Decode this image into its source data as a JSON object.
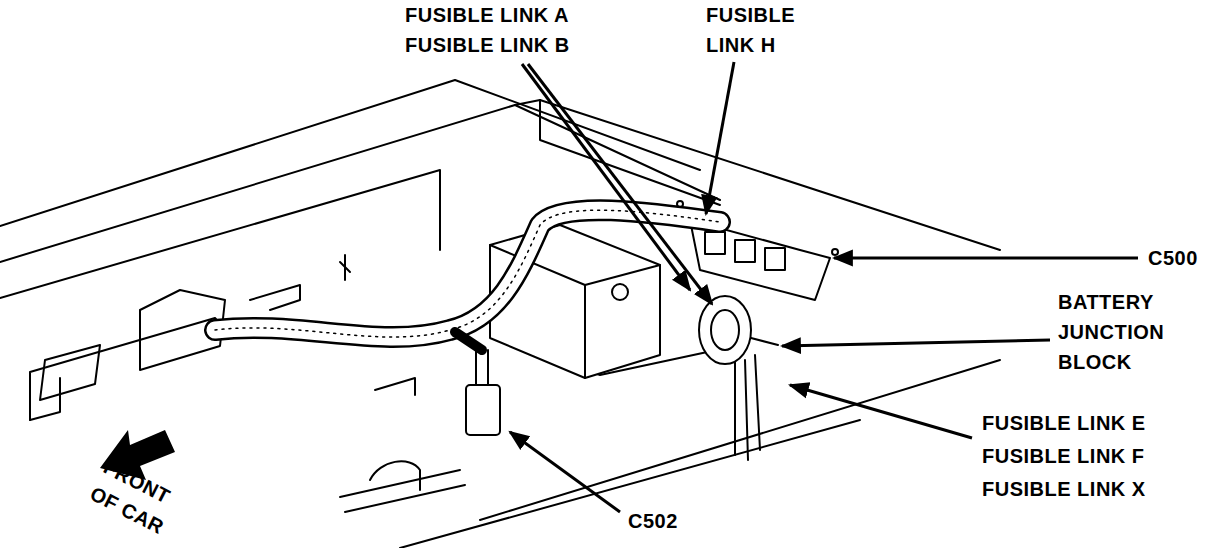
{
  "diagram": {
    "labels": [
      "FUSIBLE LINK A",
      "FUSIBLE LINK B",
      "FUSIBLE LINK H",
      "C500",
      "BATTERY JUNCTION BLOCK",
      "FUSIBLE LINK E",
      "FUSIBLE LINK F",
      "FUSIBLE LINK X",
      "C502",
      "FRONT OF CAR"
    ]
  }
}
